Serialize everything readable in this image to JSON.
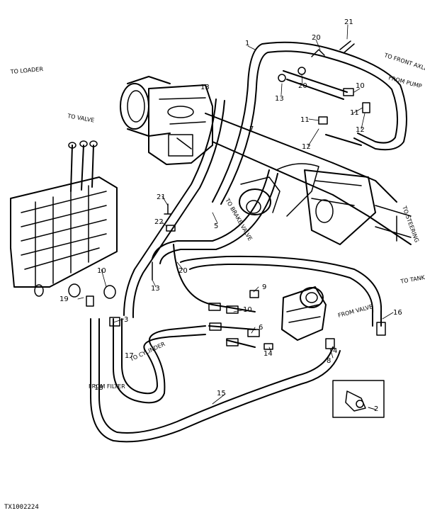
{
  "diagram": {
    "figure_code": "TX1002224",
    "callouts": {
      "c1": "1",
      "c2": "2",
      "c3": "3",
      "c4": "4",
      "c5": "5",
      "c6": "6",
      "c7": "7",
      "c8": "8",
      "c9": "9",
      "c10": "10",
      "c11": "11",
      "c12": "12",
      "c13": "13",
      "c14": "14",
      "c15": "15",
      "c16": "16",
      "c17": "17",
      "c18": "18",
      "c19": "19",
      "c20": "20",
      "c21": "21",
      "c22": "22"
    },
    "labels": {
      "to_loader": "TO LOADER",
      "to_valve": "TO VALVE",
      "to_front_axle": "TO FRONT AXLE",
      "from_pump": "FROM PUMP",
      "to_brake_valve": "TO BRAKE VALVE",
      "to_steering": "TO STEERING",
      "to_tank": "TO TANK",
      "from_valve": "FROM VALVE",
      "to_cylinder": "TO CYLINDER",
      "from_filter": "FROM FILTER"
    }
  }
}
